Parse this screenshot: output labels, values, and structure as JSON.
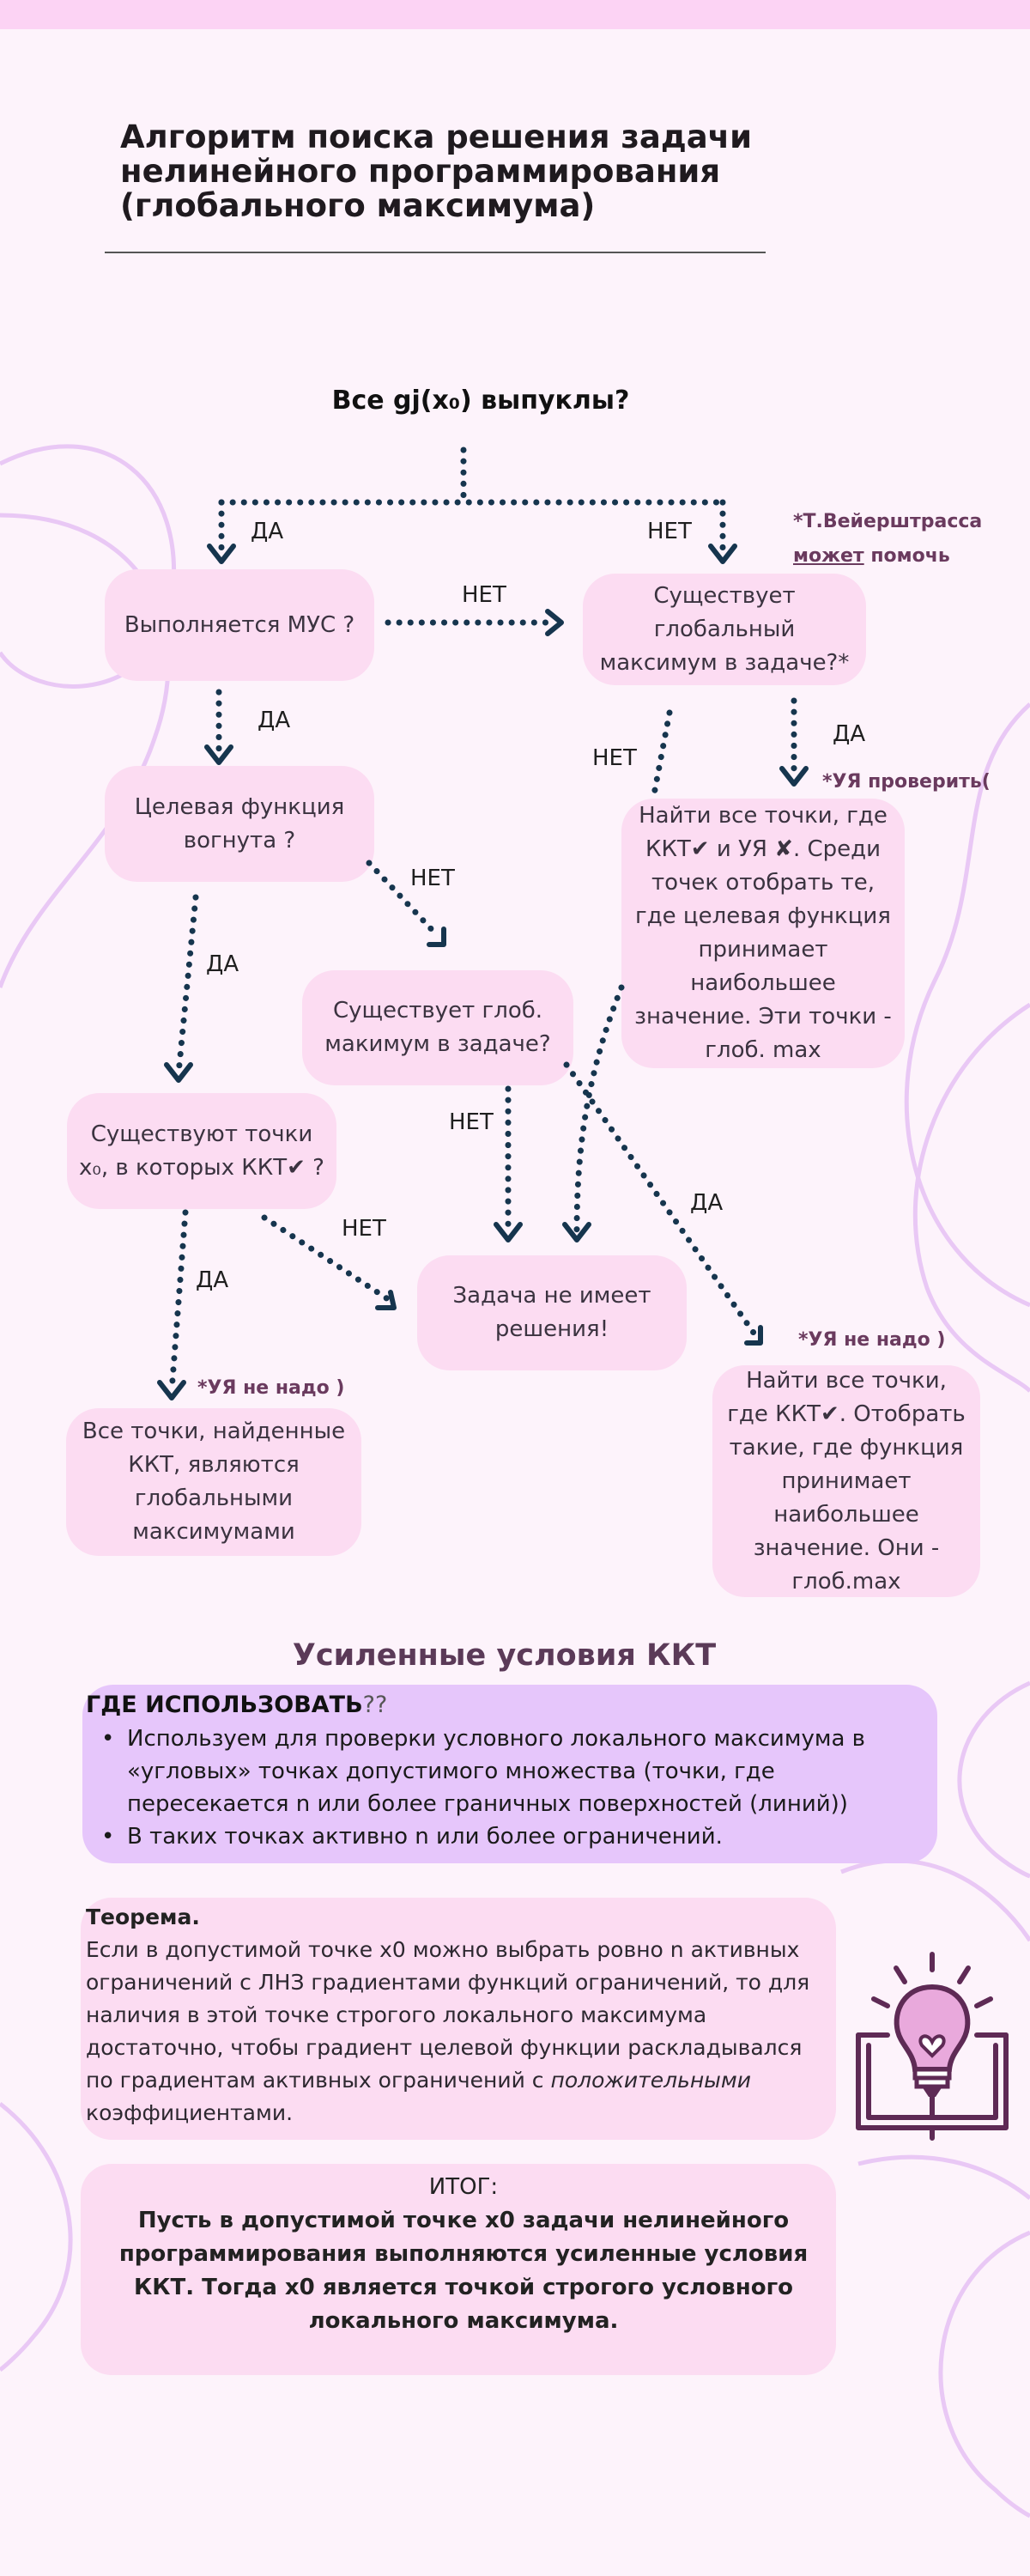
{
  "title": "Алгоритм поиска решения задачи нелинейного программирования (глобального максимума)",
  "question": "Все gj(x₀) выпуклы?",
  "nodes": {
    "mus": "Выполняется МУС ?",
    "global_exists_1": "Существует глобальный максимум в задаче?*",
    "concave": "Целевая функция вогнута ?",
    "find_all_uya": "Найти все точки, где ККТ✔ и УЯ ✘. Среди точек отобрать те, где целевая функция принимает наибольшее значение. Эти точки - глоб. max",
    "global_exists_2": "Существует глоб. макимум в задаче?",
    "points_exist": "Существуют точки x₀, в которых ККТ✔ ?",
    "no_solution": "Задача не имеет решения!",
    "all_points": "Все точки, найденные ККТ, являются глобальными максимумами",
    "find_all_kkt": "Найти все точки, где ККТ✔. Отобрать такие, где функция принимает наибольшее значение. Они - глоб.max"
  },
  "labels": {
    "da": "ДА",
    "net": "НЕТ"
  },
  "notes": {
    "weierstrass_1": "*Т.Вейерштрасса",
    "weierstrass_2_u": "может",
    "weierstrass_2_rest": " помочь",
    "uya_check": "*УЯ проверить(",
    "uya_not_needed_1": "*УЯ не надо )",
    "uya_not_needed_2": "*УЯ не надо )"
  },
  "kkt_section": {
    "heading": "Усиленные условия ККТ",
    "where_label": "ГДЕ ИСПОЛЬЗОВАТЬ",
    "where_suffix": "??",
    "bullets": [
      "Используем для проверки условного локального максимума в «угловых» точках допустимого множества (точки, где пересекается n или более граничных поверхностей (линий))",
      "В таких точках активно n или более ограничений."
    ]
  },
  "theorem": {
    "heading": "Теорема.",
    "text_1": "Если в допустимой точке x0 можно выбрать ровно n активных ограничений с ЛНЗ градиентами функций ограничений, то для наличия в этой точке строгого локального максимума достаточно, чтобы градиент целевой функции раскладывался по градиентам активных ограничений с ",
    "text_italic": "положительными",
    "text_2": " коэффициентами."
  },
  "itog": {
    "heading": "ИТОГ:",
    "text": "Пусть в допустимой точке x0 задачи нелинейного программирования выполняются усиленные условия ККТ. Тогда x0 является точкой строгого условного локального максимума."
  },
  "colors": {
    "node_bg": "#fcdcf2",
    "box_purple": "#e6c6fb",
    "arrow": "#16354e",
    "heading": "#5b3a58"
  },
  "icons": [
    "lightbulb-book-icon"
  ]
}
